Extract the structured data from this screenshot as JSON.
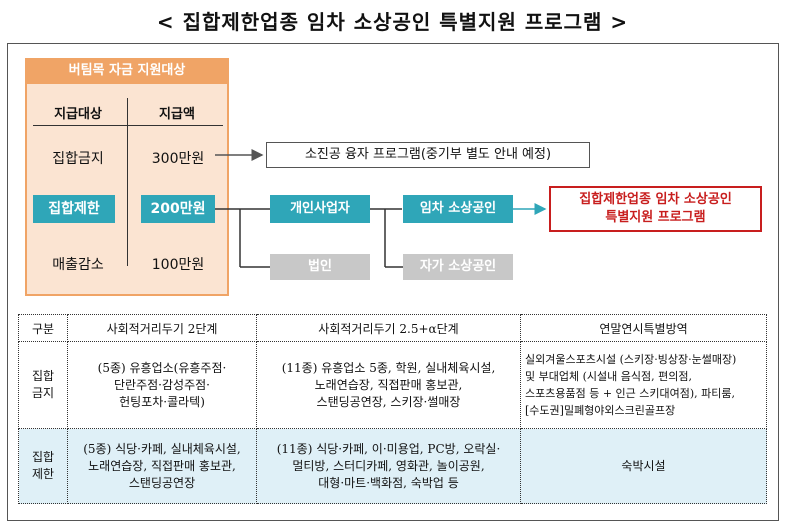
{
  "title": "< 집합제한업종 임차 소상공인 특별지원 프로그램 >",
  "panel": {
    "heading": "버팀목 자금 지원대상",
    "col_target": "지급대상",
    "col_amount": "지급액",
    "rows": [
      {
        "target": "집합금지",
        "amount": "300만원"
      },
      {
        "target": "집합제한",
        "amount": "200만원"
      },
      {
        "target": "매출감소",
        "amount": "100만원"
      }
    ]
  },
  "flow": {
    "loan_program": "소진공 융자 프로그램(중기부 별도 안내 예정)",
    "individual": "개인사업자",
    "corporation": "법인",
    "tenant": "임차 소상공인",
    "owner": "자가 소상공인",
    "result_line1": "집합제한업종 임차 소상공인",
    "result_line2": "특별지원 프로그램"
  },
  "colors": {
    "accent": "#2fa6b8",
    "orange": "#f0a466",
    "panel_bg": "#fbe4d2",
    "red": "#c81e1e"
  },
  "table": {
    "headers": [
      "구분",
      "사회적거리두기 2단계",
      "사회적거리두기 2.5+α단계",
      "연말연시특별방역"
    ],
    "rows": [
      {
        "label": "집합\n금지",
        "c1": "(5종) 유흥업소(유흥주점·\n단란주점·감성주점·\n헌팅포차·콜라텍)",
        "c2": "(11종) 유흥업소 5종, 학원, 실내체육시설,\n노래연습장, 직접판매 홍보관,\n스탠딩공연장, 스키장·썰매장",
        "c3": "실외겨울스포츠시설 (스키장·빙상장·눈썰매장)\n및 부대업체 (시설내 음식점, 편의점,\n스포츠용품점 등 + 인근 스키대여점), 파티룸,\n[수도권]밀폐형야외스크린골프장"
      },
      {
        "label": "집합\n제한",
        "c1": "(5종) 식당·카페, 실내체육시설,\n노래연습장, 직접판매 홍보관,\n스탠딩공연장",
        "c2": "(11종) 식당·카페, 이·미용업, PC방, 오락실·\n멀티방, 스터디카페, 영화관, 놀이공원,\n대형·마트·백화점, 숙박업 등",
        "c3": "숙박시설"
      }
    ]
  }
}
